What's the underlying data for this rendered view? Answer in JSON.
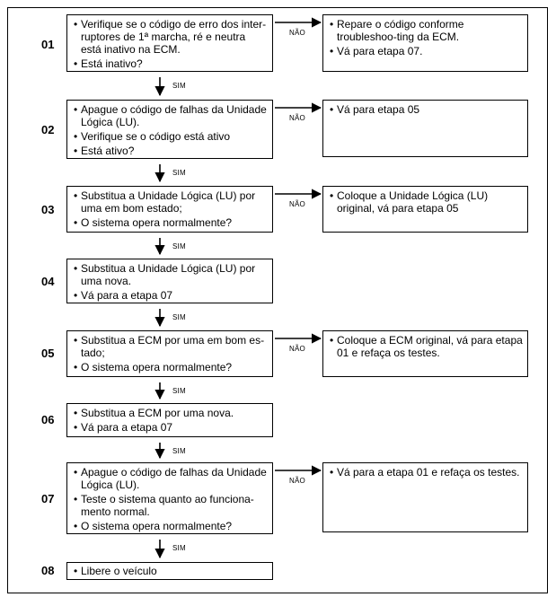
{
  "yes_label": "SIM",
  "no_label": "NÃO",
  "bullet": "•",
  "steps": [
    {
      "num": "01",
      "main": [
        "Verifique se o código de erro dos inter-ruptores de 1ª marcha, ré e neutra está inativo na ECM.",
        "Está inativo?"
      ],
      "side": [
        "Repare o código conforme troubleshoo-ting da ECM.",
        "Vá para etapa 07."
      ]
    },
    {
      "num": "02",
      "main": [
        "Apague o código de falhas da Unidade Lógica (LU).",
        "Verifique se o código está ativo",
        "Está ativo?"
      ],
      "side": [
        "Vá para etapa 05"
      ]
    },
    {
      "num": "03",
      "main": [
        "Substitua a Unidade Lógica (LU) por uma em bom estado;",
        "O sistema opera normalmente?"
      ],
      "side": [
        "Coloque a Unidade Lógica (LU) original, vá para etapa 05"
      ]
    },
    {
      "num": "04",
      "main": [
        "Substitua a Unidade Lógica (LU) por uma nova.",
        "Vá para a etapa 07"
      ]
    },
    {
      "num": "05",
      "main": [
        "Substitua a ECM por uma em bom es-tado;",
        "O sistema opera normalmente?"
      ],
      "side": [
        "Coloque a ECM original, vá para etapa 01 e refaça os testes."
      ]
    },
    {
      "num": "06",
      "main": [
        "Substitua a ECM por uma nova.",
        "Vá para a etapa 07"
      ]
    },
    {
      "num": "07",
      "main": [
        "Apague o código de falhas da Unidade Lógica (LU).",
        "Teste o sistema quanto ao funciona-mento normal.",
        "O sistema opera normalmente?"
      ],
      "side": [
        "Vá para a etapa 01 e refaça os testes."
      ]
    },
    {
      "num": "08",
      "main": [
        "Libere o veículo"
      ]
    }
  ]
}
